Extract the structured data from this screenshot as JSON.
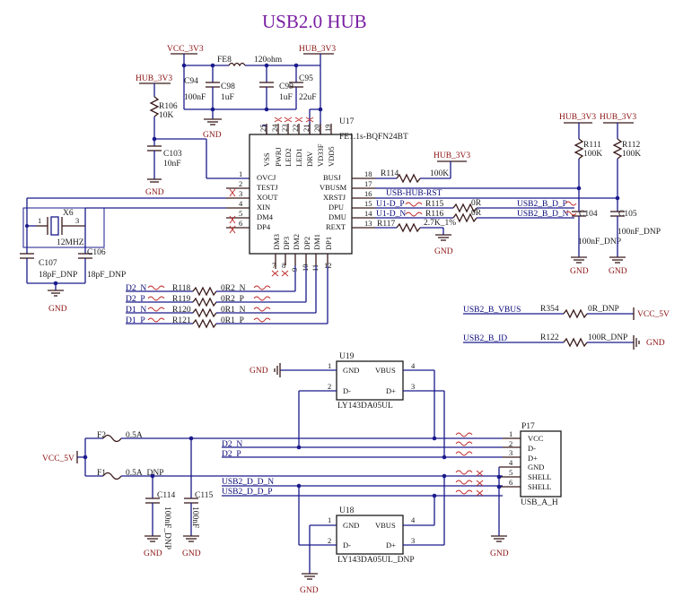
{
  "title": "USB2.0 HUB",
  "hub_chip": {
    "ref": "U17",
    "part": "FE1.1s-BQFN24BT",
    "left_pins": [
      {
        "num": "1",
        "name": "OVCJ"
      },
      {
        "num": "2",
        "name": "TESTJ"
      },
      {
        "num": "3",
        "name": "XOUT"
      },
      {
        "num": "4",
        "name": "XIN"
      },
      {
        "num": "5",
        "name": "DM4"
      },
      {
        "num": "6",
        "name": "DP4"
      }
    ],
    "right_pins": [
      {
        "num": "18",
        "name": "BUSJ"
      },
      {
        "num": "17",
        "name": "VBUSM"
      },
      {
        "num": "16",
        "name": "XRSTJ"
      },
      {
        "num": "15",
        "name": "DPU"
      },
      {
        "num": "14",
        "name": "DMU"
      },
      {
        "num": "13",
        "name": "REXT"
      }
    ],
    "top_pins": [
      {
        "num": "25",
        "name": "VSS"
      },
      {
        "num": "24",
        "name": "PWRJ"
      },
      {
        "num": "23",
        "name": "LED2"
      },
      {
        "num": "22",
        "name": "LED1"
      },
      {
        "num": "21",
        "name": "DRV"
      },
      {
        "num": "20",
        "name": "VD33F"
      },
      {
        "num": "19",
        "name": "VDD5"
      }
    ],
    "bottom_pins": [
      {
        "num": "7",
        "name": "DM3"
      },
      {
        "num": "8",
        "name": "DP3"
      },
      {
        "num": "9",
        "name": "DM2"
      },
      {
        "num": "10",
        "name": "DP2"
      },
      {
        "num": "11",
        "name": "DM1"
      },
      {
        "num": "12",
        "name": "DP1"
      }
    ]
  },
  "nets": {
    "vcc_3v3": "VCC_3V3",
    "hub_3v3": "HUB_3V3",
    "gnd": "GND",
    "vcc_5v": "VCC_5V",
    "usb_hub_rst": "USB-HUB-RST",
    "u1_dp": "U1-D_P",
    "u1_dn": "U1-D_N",
    "usb2_b_dp": "USB2_B_D_P",
    "usb2_b_dn": "USB2_B_D_N",
    "usb2_b_vbus": "USB2_B_VBUS",
    "usb2_b_id": "USB2_B_ID",
    "d2_n": "D2_N",
    "d2_p": "D2_P",
    "d1_n": "D1_N",
    "d1_p": "D1_P",
    "usb2_d_dn": "USB2_D_D_N",
    "usb2_d_dp": "USB2_D_D_P"
  },
  "components": {
    "fe8": "FE8",
    "fe8_val": "120ohm",
    "c94": "C94",
    "c94_val": "100nF",
    "c98": "C98",
    "c98_val": "1uF",
    "c99": "C99",
    "c99_val": "1uF",
    "c95": "C95",
    "c95_val": "22uF",
    "r106": "R106",
    "r106_val": "10K",
    "c103": "C103",
    "c103_val": "10nF",
    "x6": "X6",
    "x6_val": "12MHZ",
    "x6_pin1": "1",
    "x6_pin3": "3",
    "c107": "C107",
    "c107_val": "18pF_DNP",
    "c106": "C106",
    "c106_val": "18pF_DNP",
    "r114": "R114",
    "r114_val": "100K",
    "r115": "R115",
    "r115_val": "0R",
    "r116": "R116",
    "r116_val": "0R",
    "r117": "R117",
    "r117_val": "2.7K_1%",
    "r111": "R111",
    "r111_val": "100K",
    "r112": "R112",
    "r112_val": "100K",
    "c104": "C104",
    "c104_val": "100nF_DNP",
    "c105": "C105",
    "c105_val": "100nF_DNP",
    "r118": "R118",
    "r118_val": "0R2_N",
    "r119": "R119",
    "r119_val": "0R2_P",
    "r120": "R120",
    "r120_val": "0R1_N",
    "r121": "R121",
    "r121_val": "0R1_P",
    "r354": "R354",
    "r354_val": "0R_DNP",
    "r122": "R122",
    "r122_val": "100R_DNP",
    "u19": "U19",
    "u19_part": "LY143DA05UL",
    "u18": "U18",
    "u18_part": "LY143DA05UL_DNP",
    "f2": "F2",
    "f2_val": "0.5A",
    "f1": "F1",
    "f1_val": "0.5A_DNP",
    "c114": "C114",
    "c114_val": "100nF_DNP",
    "c115": "C115",
    "c115_val": "100nF",
    "p17": "P17",
    "p17_part": "USB_A_H"
  },
  "esd_chip": {
    "gnd": "GND",
    "vbus": "VBUS",
    "dm": "D-",
    "dp": "D+",
    "p1": "1",
    "p2": "2",
    "p3": "3",
    "p4": "4"
  },
  "connector_pins": [
    {
      "num": "1",
      "name": "VCC"
    },
    {
      "num": "2",
      "name": "D-"
    },
    {
      "num": "3",
      "name": "D+"
    },
    {
      "num": "4",
      "name": "GND"
    },
    {
      "num": "5",
      "name": "SHELL"
    },
    {
      "num": "6",
      "name": "SHELL"
    }
  ]
}
